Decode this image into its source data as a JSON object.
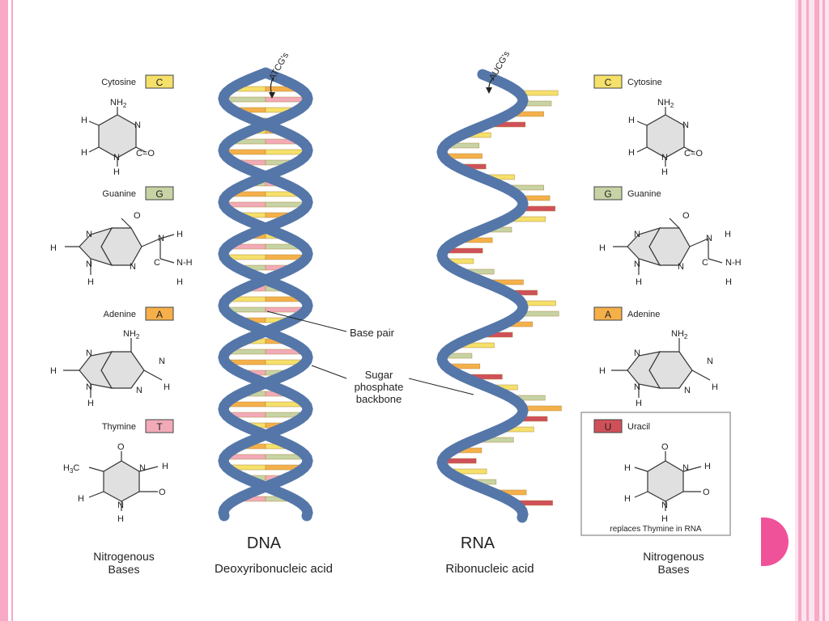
{
  "left_bases": [
    {
      "name": "Cytosine",
      "letter": "C",
      "color": "#f5e06a"
    },
    {
      "name": "Guanine",
      "letter": "G",
      "color": "#c7d3a4"
    },
    {
      "name": "Adenine",
      "letter": "A",
      "color": "#f5b04a"
    },
    {
      "name": "Thymine",
      "letter": "T",
      "color": "#f2aab8"
    }
  ],
  "right_bases": [
    {
      "name": "Cytosine",
      "letter": "C",
      "color": "#f5e06a"
    },
    {
      "name": "Guanine",
      "letter": "G",
      "color": "#c7d3a4"
    },
    {
      "name": "Adenine",
      "letter": "A",
      "color": "#f5b04a"
    },
    {
      "name": "Uracil",
      "letter": "U",
      "color": "#d0505a"
    }
  ],
  "uracil_note": "replaces Thymine in RNA",
  "dna": {
    "label": "DNA",
    "full": "Deoxyribonucleic acid",
    "top_label": "ATCG's"
  },
  "rna": {
    "label": "RNA",
    "full": "Ribonucleic acid",
    "top_label": "AUCG's"
  },
  "annotations": {
    "base_pair": "Base pair",
    "backbone_1": "Sugar",
    "backbone_2": "phosphate",
    "backbone_3": "backbone"
  },
  "footer_left": {
    "line1": "Nitrogenous",
    "line2": "Bases"
  },
  "footer_right": {
    "line1": "Nitrogenous",
    "line2": "Bases"
  },
  "colors": {
    "backbone": "#5576a8",
    "frame_pink": "#f7a9c6",
    "accent": "#f0529a"
  }
}
